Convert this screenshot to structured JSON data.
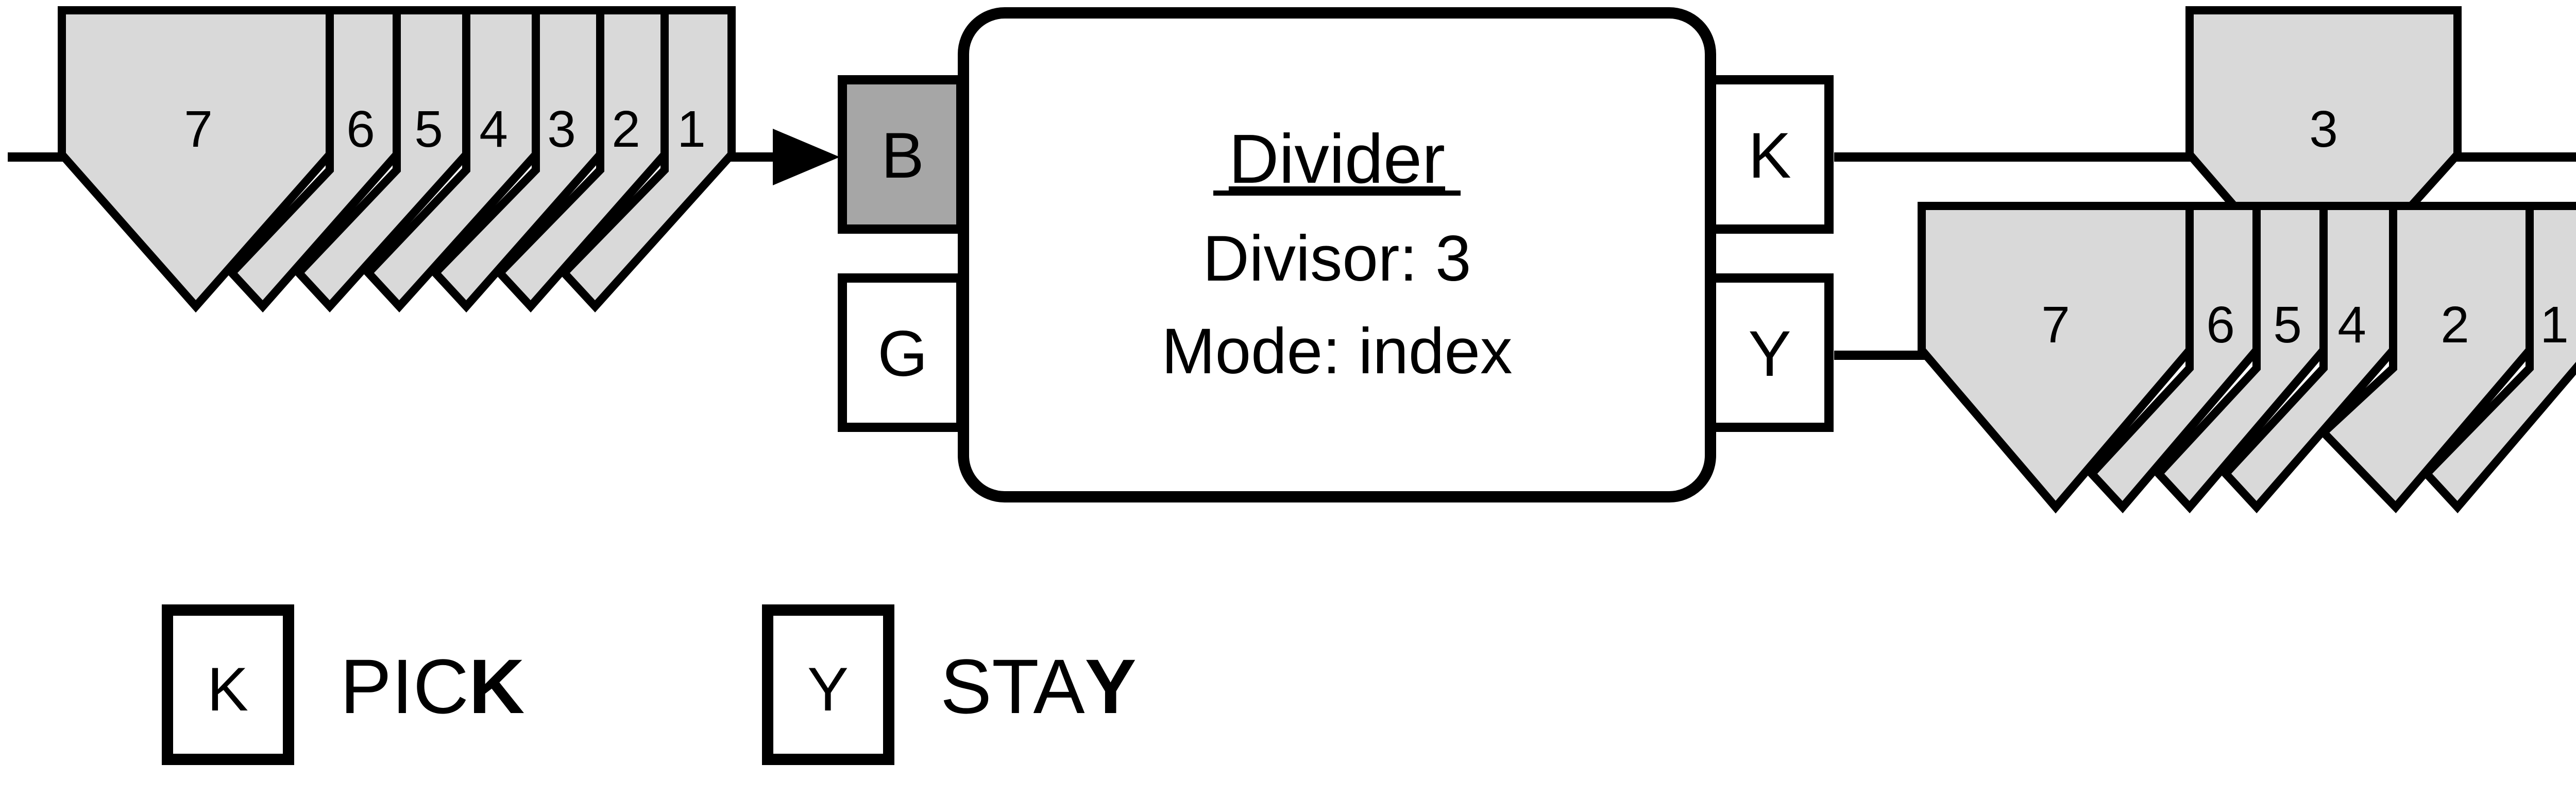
{
  "colors": {
    "stroke": "#000000",
    "packet_fill": "#d9d9d9",
    "active_port_fill": "#a6a6a6",
    "box_fill": "#ffffff"
  },
  "input_stream": {
    "packets": [
      "7",
      "6",
      "5",
      "4",
      "3",
      "2",
      "1"
    ]
  },
  "divider": {
    "title": "Divider",
    "divisor_line": "Divisor: 3",
    "mode_line": "Mode: index",
    "input_ports": [
      {
        "label": "B",
        "active": true
      },
      {
        "label": "G",
        "active": false
      }
    ],
    "output_ports": [
      {
        "label": "K",
        "active": false
      },
      {
        "label": "Y",
        "active": false
      }
    ]
  },
  "output_k": {
    "packets": [
      "3"
    ]
  },
  "output_y": {
    "packets": [
      "7",
      "6",
      "5",
      "4",
      "2",
      "1"
    ]
  },
  "legend": [
    {
      "port": "K",
      "text_plain": "PIC",
      "text_bold": "K"
    },
    {
      "port": "Y",
      "text_plain": "STA",
      "text_bold": "Y"
    }
  ]
}
